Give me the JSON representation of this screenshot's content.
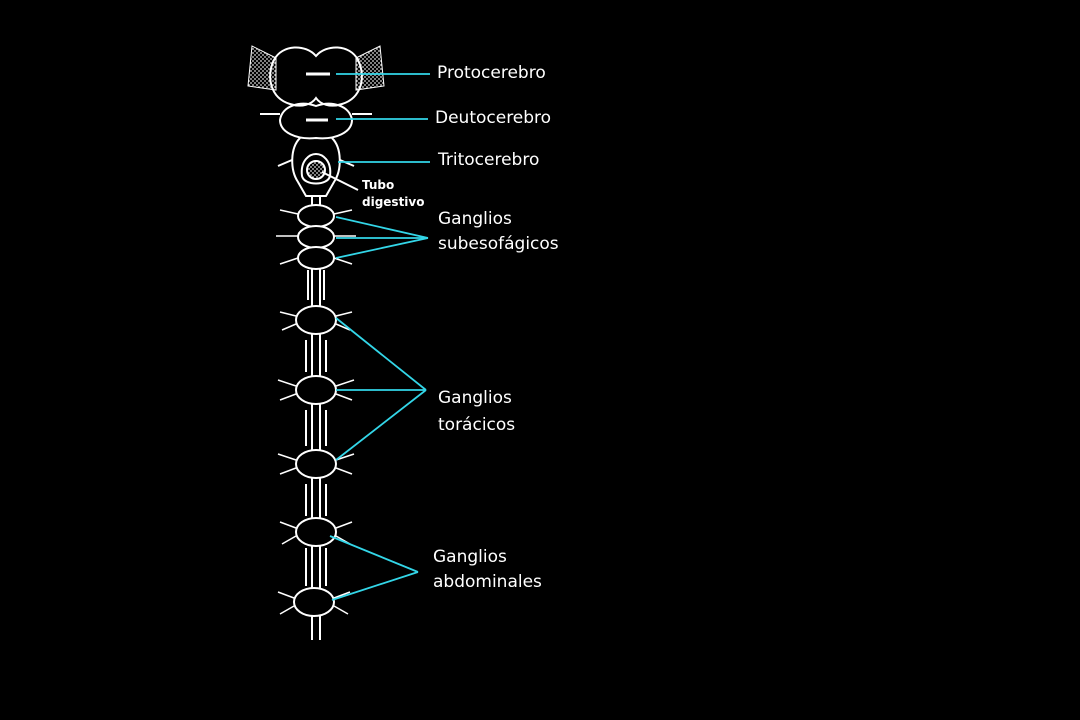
{
  "labels": {
    "protocerebro": "Protocerebro",
    "deutocerebro": "Deutocerebro",
    "tritocerebro": "Tritocerebro",
    "tubo_digestivo": {
      "line1": "Tubo",
      "line2": "digestivo"
    },
    "subesofagicos": {
      "line1": "Ganglios",
      "line2": "subesofágicos"
    },
    "toracicos": {
      "line1": "Ganglios",
      "line2": "torácicos"
    },
    "abdominales": {
      "line1": "Ganglios",
      "line2": "abdominales"
    }
  },
  "colors": {
    "background": "#000000",
    "leader_line": "#33d6e8",
    "nerve_cord": "#ffffff",
    "label_text": "#ffffff"
  }
}
